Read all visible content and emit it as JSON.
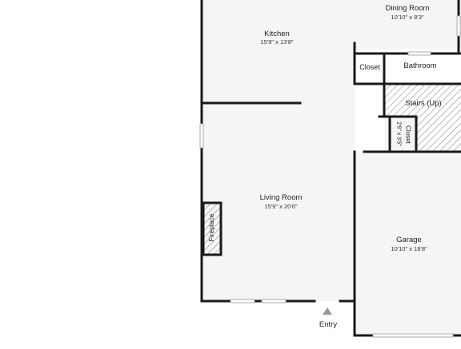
{
  "rooms": {
    "dining": {
      "name": "Dining Room",
      "dims": "10'10\" x 8'3\""
    },
    "kitchen": {
      "name": "Kitchen",
      "dims": "15'9\" x 13'8\""
    },
    "closet_top": {
      "name": "Closet"
    },
    "bathroom": {
      "name": "Bathroom"
    },
    "stairs": {
      "name": "Stairs (Up)"
    },
    "closet_small": {
      "name": "Closet",
      "dims": "2'6\" x 3'5\""
    },
    "living": {
      "name": "Living Room",
      "dims": "15'9\" x 20'6\""
    },
    "fireplace": {
      "name": "Fireplace"
    },
    "garage": {
      "name": "Garage",
      "dims": "10'10\" x 18'8\""
    }
  },
  "entry": {
    "label": "Entry"
  },
  "colors": {
    "floor": "#f5f5f5",
    "wall": "#1a1a1a",
    "hatch": "#777777"
  }
}
